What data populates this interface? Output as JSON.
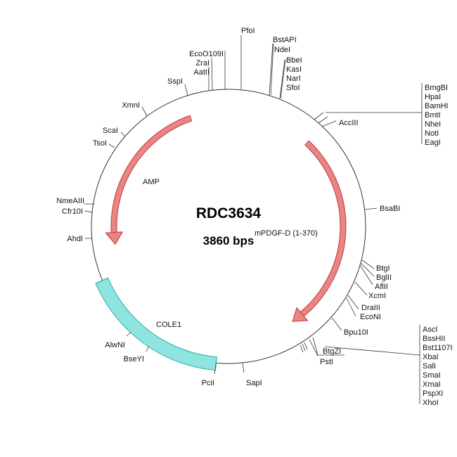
{
  "title": "RDC3634",
  "size": "3860 bps",
  "features": {
    "amp": "AMP",
    "pdgf": "mPDGF-D (1-370)",
    "cole1": "COLE1"
  },
  "colors": {
    "arrow_fill": "#e98585",
    "arrow_stroke": "#c0393a",
    "ori_fill": "#8fe4e0",
    "ori_stroke": "#2bb3ad",
    "backbone": "#333333"
  },
  "sites": {
    "pfoi": "PfoI",
    "bstapi": "BstAPI",
    "ndei": "NdeI",
    "bbei": "BbeI",
    "kasi": "KasI",
    "nari": "NarI",
    "sfoi": "SfoI",
    "eco0109i": "EcoO109I",
    "zrai": "ZraI",
    "aatii": "AatII",
    "sspi": "SspI",
    "xmni": "XmnI",
    "scai": "ScaI",
    "tsoi": "TsoI",
    "nmeaiii": "NmeAIII",
    "cfr10i": "Cfr10I",
    "ahdi": "AhdI",
    "alwni": "AlwNI",
    "bseyi": "BseYI",
    "pcii": "PciI",
    "sapi": "SapI",
    "acciii": "AccIII",
    "bsabi": "BsaBI",
    "btgi": "BtgI",
    "bglii": "BglII",
    "aflii": "AflII",
    "xcmi": "XcmI",
    "draiii": "DraIII",
    "econi": "EcoNI",
    "bpu10i": "Bpu10I",
    "btgzi": "BtgZI",
    "psti": "PstI"
  },
  "group_top": [
    "BmgBI",
    "HpaI",
    "BamHI",
    "BmtI",
    "NheI",
    "NotI",
    "EagI"
  ],
  "group_bottom": [
    "AscI",
    "BssHII",
    "Bst1107I",
    "XbaI",
    "SalI",
    "SmaI",
    "XmaI",
    "PspXI",
    "XhoI"
  ]
}
